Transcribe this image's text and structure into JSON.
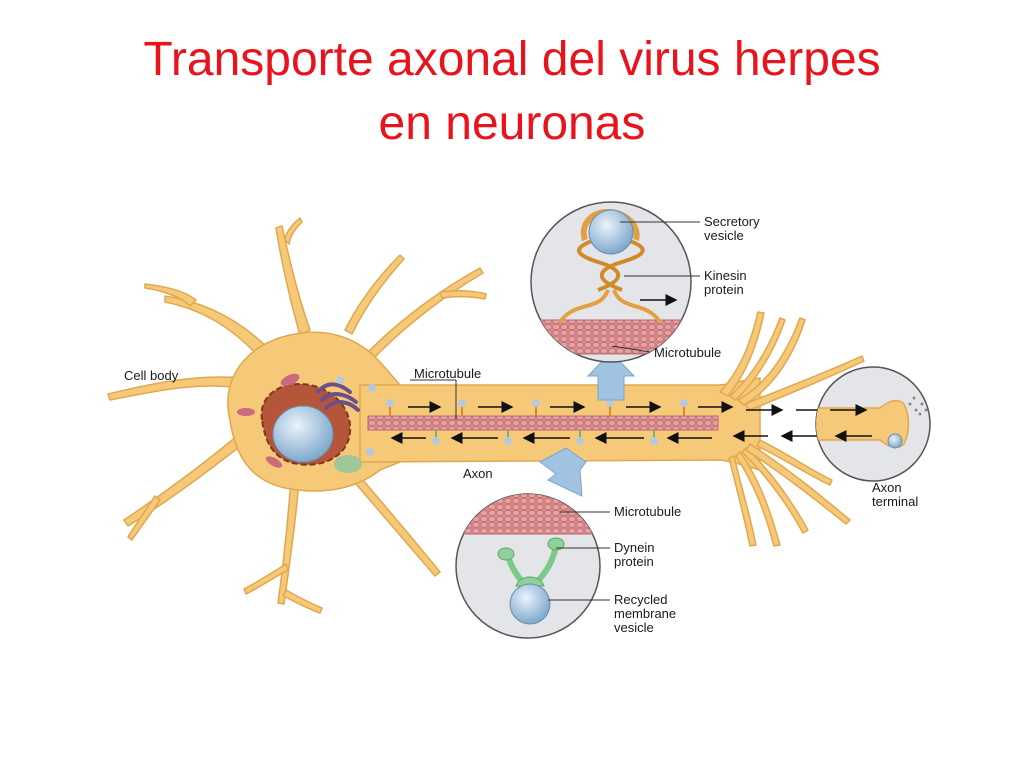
{
  "slide": {
    "title_line1": "Transporte axonal del virus herpes",
    "title_line2": "en neuronas"
  },
  "labels": {
    "cell_body": "Cell body",
    "microtubule_main": "Microtubule",
    "axon": "Axon",
    "axon_terminal_1": "Axon",
    "axon_terminal_2": "terminal",
    "top_secretory_1": "Secretory",
    "top_secretory_2": "vesicle",
    "top_kinesin_1": "Kinesin",
    "top_kinesin_2": "protein",
    "top_microtubule": "Microtubule",
    "bottom_microtubule": "Microtubule",
    "bottom_dynein_1": "Dynein",
    "bottom_dynein_2": "protein",
    "bottom_recycled_1": "Recycled",
    "bottom_recycled_2": "membrane",
    "bottom_recycled_3": "vesicle"
  },
  "colors": {
    "title": "#e8131b",
    "neuron": "#f6c978",
    "neuron_edge": "#e0a84e",
    "microtubule": "#d9898a",
    "vesicle": "#9fc3e0",
    "kinesin": "#e2a040",
    "dynein": "#8fd19a",
    "circle_bg": "#e3e5e8"
  }
}
